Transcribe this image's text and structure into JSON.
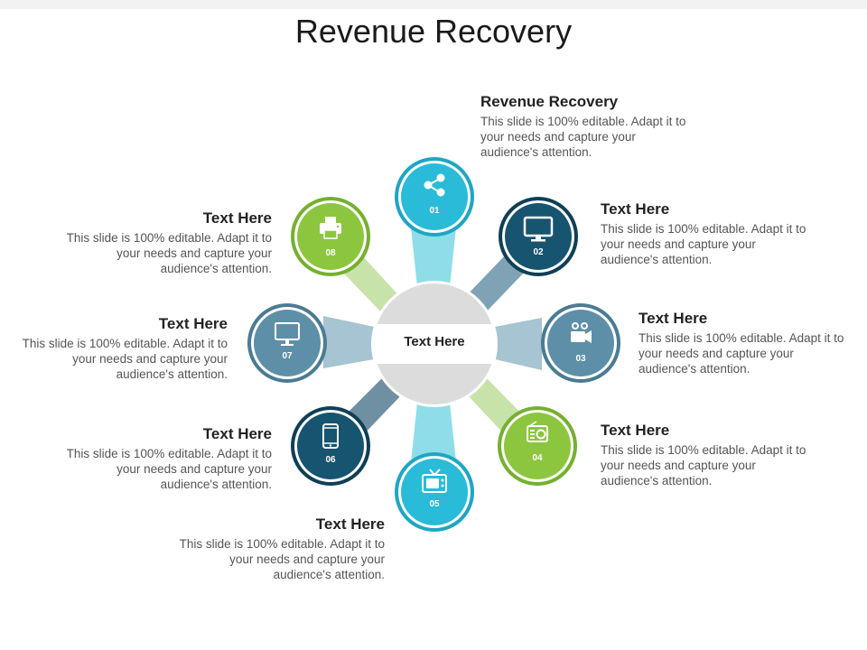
{
  "title": "Revenue Recovery",
  "center_label": "Text Here",
  "colors": {
    "teal": "#29bbd8",
    "navy": "#17546f",
    "slate": "#5e8fa8",
    "green": "#8cc63f"
  },
  "items": [
    {
      "number": "01",
      "icon": "share-icon",
      "heading": "Revenue Recovery",
      "body": "This slide is 100% editable. Adapt it to your needs and capture your audience's attention."
    },
    {
      "number": "02",
      "icon": "monitor-icon",
      "heading": "Text Here",
      "body": "This slide is 100% editable. Adapt it to your needs and capture your audience's attention."
    },
    {
      "number": "03",
      "icon": "video-camera-icon",
      "heading": "Text Here",
      "body": "This slide is 100% editable. Adapt it to your needs and capture your audience's attention."
    },
    {
      "number": "04",
      "icon": "radio-icon",
      "heading": "Text Here",
      "body": "This slide is 100% editable. Adapt it to your needs and capture your audience's attention."
    },
    {
      "number": "05",
      "icon": "tv-icon",
      "heading": "Text Here",
      "body": "This slide is 100% editable. Adapt it to your needs and capture your audience's attention."
    },
    {
      "number": "06",
      "icon": "smartphone-icon",
      "heading": "Text Here",
      "body": "This slide is 100% editable. Adapt it to your needs and capture your audience's attention."
    },
    {
      "number": "07",
      "icon": "desktop-icon",
      "heading": "Text Here",
      "body": "This slide is 100% editable. Adapt it to your needs and capture your audience's attention."
    },
    {
      "number": "08",
      "icon": "printer-icon",
      "heading": "Text Here",
      "body": "This slide is 100% editable. Adapt it to your needs and capture your audience's attention."
    }
  ]
}
